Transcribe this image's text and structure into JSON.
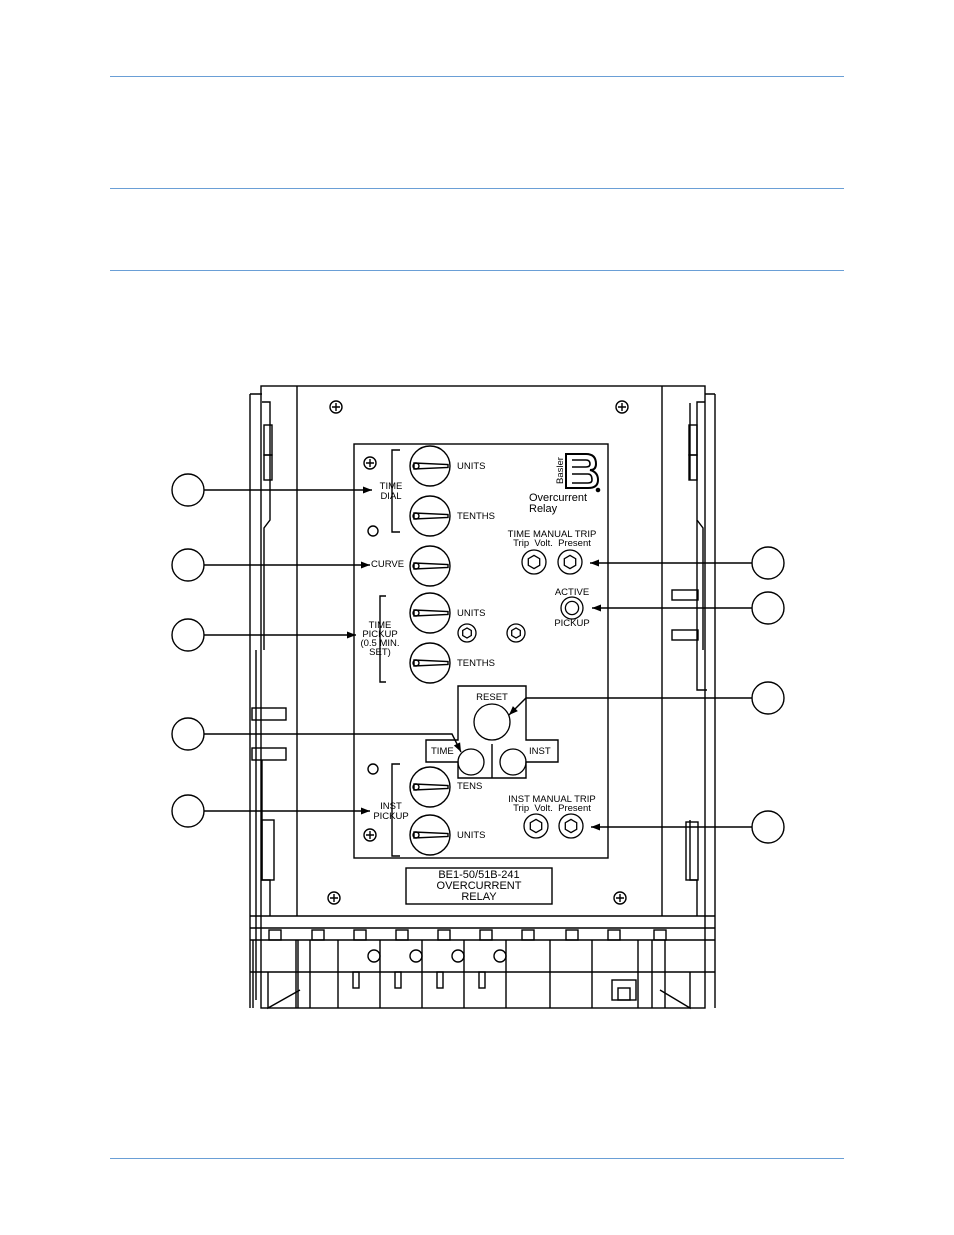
{
  "controls": {
    "time_dial": [
      "TIME",
      "DIAL"
    ],
    "time_dial_units": "UNITS",
    "time_dial_tenths": "TENTHS",
    "curve": "CURVE",
    "time_pickup": [
      "TIME",
      "PICKUP",
      "(0.5 MIN.",
      "SET)"
    ],
    "time_pickup_units": "UNITS",
    "time_pickup_tenths": "TENTHS",
    "reset": "RESET",
    "time_target": "TIME",
    "inst_target": "INST",
    "inst_pickup": [
      "INST",
      "PICKUP"
    ],
    "inst_pickup_tens": "TENS",
    "inst_pickup_units": "UNITS"
  },
  "test_points": {
    "time_manual_trip": [
      "TIME MANUAL TRIP",
      "Trip  Volt.  Present"
    ],
    "active_pickup": [
      "ACTIVE",
      "PICKUP"
    ],
    "inst_manual_trip": [
      "INST MANUAL TRIP",
      "Trip  Volt.  Present"
    ]
  },
  "brand": {
    "logo_text": "Basler",
    "product": [
      "Overcurrent",
      "Relay"
    ]
  },
  "nameplate": [
    "BE1-50/51B-241",
    "OVERCURRENT",
    "RELAY"
  ],
  "colors": {
    "rule": "#6a9fd6",
    "ink": "#000000"
  }
}
